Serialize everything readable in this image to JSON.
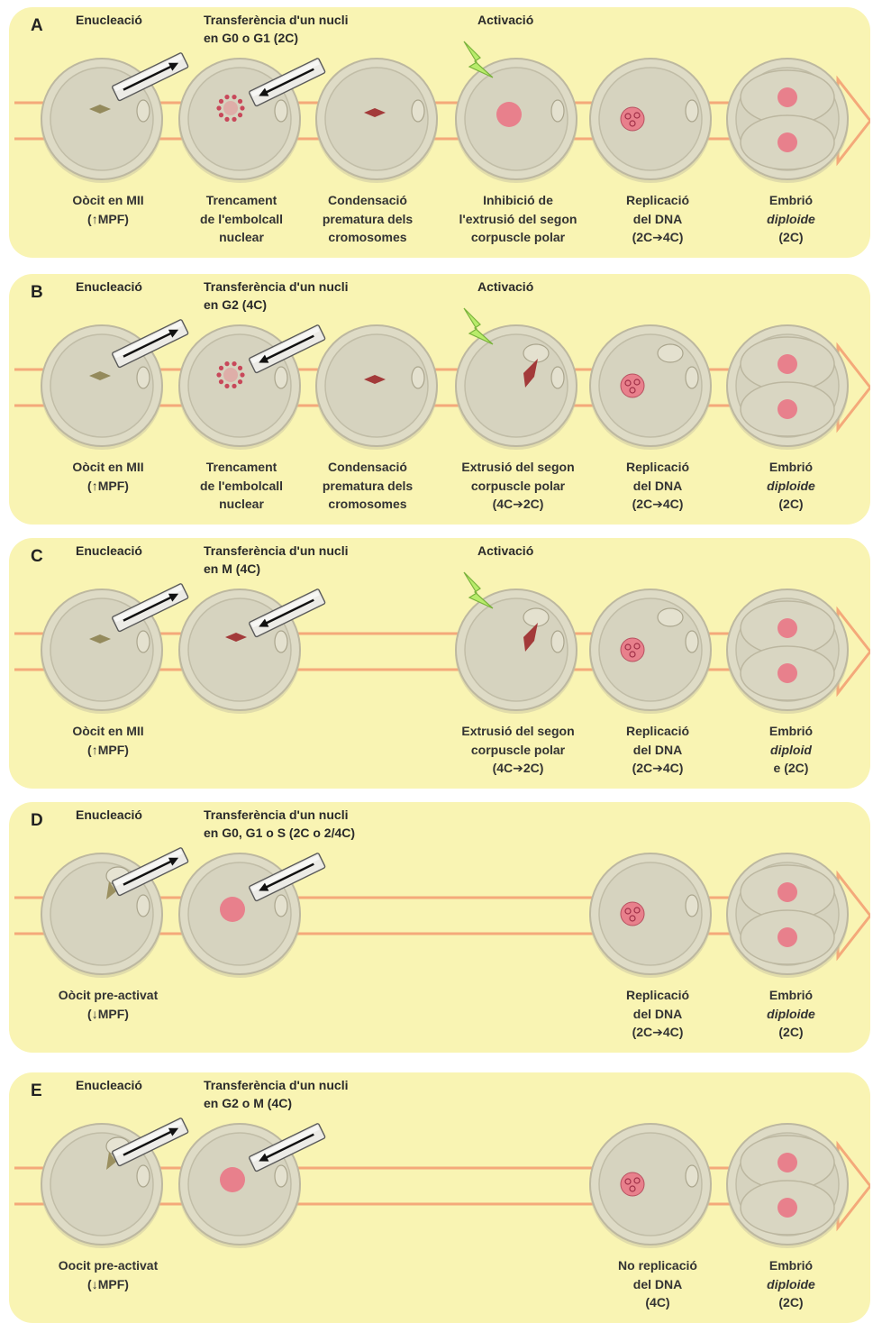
{
  "panels": [
    {
      "letter": "A",
      "enucleation": "Enucleació",
      "transfer": [
        "Transferència d'un nucli",
        "en G0 o G1 (2C)"
      ],
      "activation": "Activació",
      "captions": [
        [
          "Oòcit en MII",
          "(↑MPF)"
        ],
        [
          "Trencament",
          "de l'embolcall",
          "nuclear"
        ],
        [
          "Condensació",
          "prematura dels",
          "cromosomes"
        ],
        [
          "Inhibició de",
          "l'extrusió del segon",
          "corpuscle polar"
        ],
        [
          "Replicació",
          "del DNA",
          "(2C➔4C)"
        ],
        [
          "Embrió",
          "diploide",
          "(2C)"
        ]
      ]
    },
    {
      "letter": "B",
      "enucleation": "Enucleació",
      "transfer": [
        "Transferència d'un nucli",
        "en G2 (4C)"
      ],
      "activation": "Activació",
      "captions": [
        [
          "Oòcit en MII",
          "(↑MPF)"
        ],
        [
          "Trencament",
          "de l'embolcall",
          "nuclear"
        ],
        [
          "Condensació",
          "prematura dels",
          "cromosomes"
        ],
        [
          "Extrusió del segon",
          "corpuscle polar",
          "(4C➔2C)"
        ],
        [
          "Replicació",
          "del DNA",
          "(2C➔4C)"
        ],
        [
          "Embrió",
          "diploide",
          "(2C)"
        ]
      ]
    },
    {
      "letter": "C",
      "enucleation": "Enucleació",
      "transfer": [
        "Transferència d'un nucli",
        "en M (4C)"
      ],
      "activation": "Activació",
      "captions": [
        [
          "Oòcit en MII",
          "(↑MPF)"
        ],
        [],
        [],
        [
          "Extrusió del segon",
          "corpuscle polar",
          "(4C➔2C)"
        ],
        [
          "Replicació",
          "del DNA",
          "(2C➔4C)"
        ],
        [
          "Embrió",
          "diploid",
          "e  (2C)"
        ]
      ]
    },
    {
      "letter": "D",
      "enucleation": "Enucleació",
      "transfer": [
        "Transferència d'un nucli",
        "en G0, G1 o S (2C o 2/4C)"
      ],
      "activation": "",
      "captions": [
        [
          "Oòcit  pre-activat",
          "(↓MPF)"
        ],
        [],
        [],
        [],
        [
          "Replicació",
          "del DNA",
          "(2C➔4C)"
        ],
        [
          "Embrió",
          "diploide",
          "(2C)"
        ]
      ]
    },
    {
      "letter": "E",
      "enucleation": "Enucleació",
      "transfer": [
        "Transferència d'un nucli",
        "en G2 o M (4C)"
      ],
      "activation": "",
      "captions": [
        [
          "Oocit  pre-activat",
          "(↓MPF)"
        ],
        [],
        [],
        [],
        [
          "No replicació",
          "del DNA",
          "(4C)"
        ],
        [
          "Embrió",
          "diploide",
          "(2C)"
        ]
      ]
    }
  ],
  "colors": {
    "panel_bg": "#f9f4b3",
    "arrow_band": "#f4a97a",
    "cell_fill": "#e0ddc9",
    "nucleus": "#e8808c",
    "chromosome": "#a33a3a",
    "spark": "#b8ec6a"
  }
}
